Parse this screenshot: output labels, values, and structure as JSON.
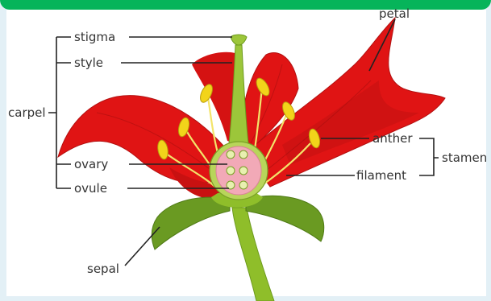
{
  "labels": {
    "stigma": "stigma",
    "style": "style",
    "carpel": "carpel",
    "ovary": "ovary",
    "ovule": "ovule",
    "petal": "petal",
    "anther": "anther",
    "filament": "filament",
    "stamen": "stamen",
    "sepal": "sepal"
  },
  "colors": {
    "petal": "#e01414",
    "petal_dark": "#a80f0f",
    "stem": "#8fbe2a",
    "sepal": "#6a9a22",
    "ovary": "#f2a9b7",
    "anther": "#f2d41a",
    "header": "#06b45a",
    "background": "#e3f0f6"
  }
}
